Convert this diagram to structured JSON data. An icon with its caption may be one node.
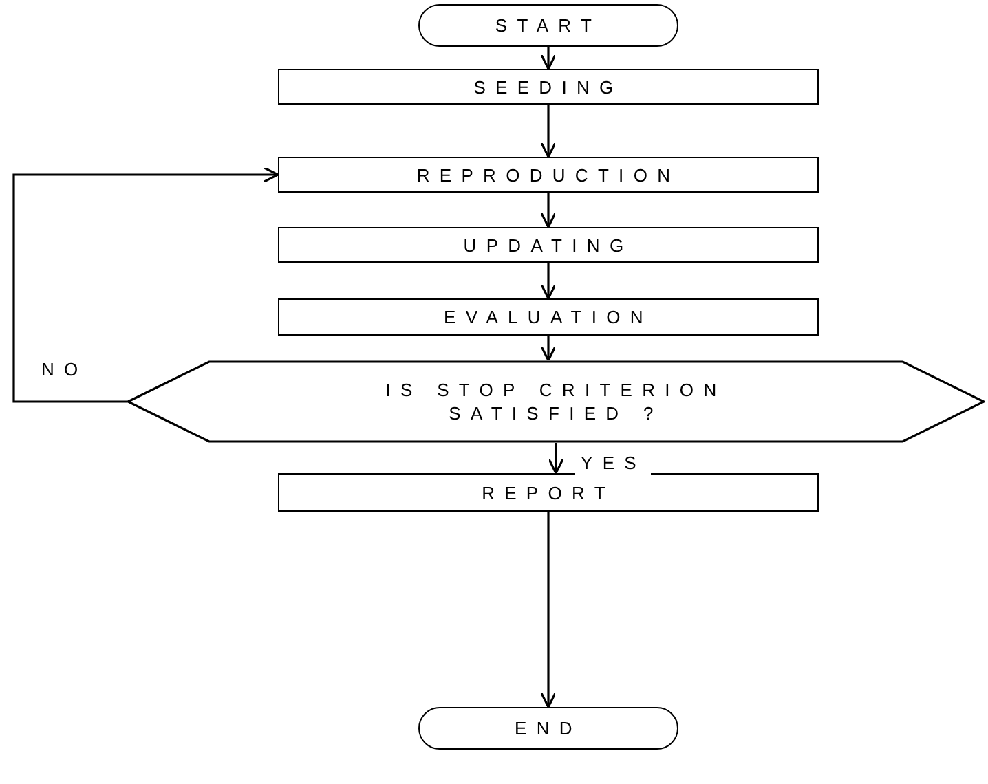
{
  "diagram": {
    "nodes": [
      {
        "text": [
          "START"
        ]
      },
      {
        "text": [
          "SEEDING"
        ]
      },
      {
        "text": [
          "REPRODUCTION"
        ]
      },
      {
        "text": [
          "UPDATING"
        ]
      },
      {
        "text": [
          "EVALUATION"
        ]
      },
      {
        "text": [
          "IS STOP CRITERION SATISFIED ?"
        ]
      },
      {
        "text": [
          "REPORT"
        ]
      },
      {
        "text": [
          "END"
        ]
      }
    ],
    "edges": [
      {
        "from": 0,
        "to": 1,
        "arrow": "to"
      },
      {
        "from": 1,
        "to": 2,
        "arrow": "to"
      },
      {
        "from": 2,
        "to": 3,
        "arrow": "to"
      },
      {
        "from": 3,
        "to": 4,
        "arrow": "to"
      },
      {
        "from": 4,
        "to": 5,
        "arrow": "to"
      },
      {
        "from": 5,
        "to": 6,
        "arrow": "to",
        "label": "YES"
      },
      {
        "from": 5,
        "to": 2,
        "arrow": "to",
        "label": "NO"
      },
      {
        "from": 6,
        "to": 7,
        "arrow": "to"
      }
    ]
  }
}
